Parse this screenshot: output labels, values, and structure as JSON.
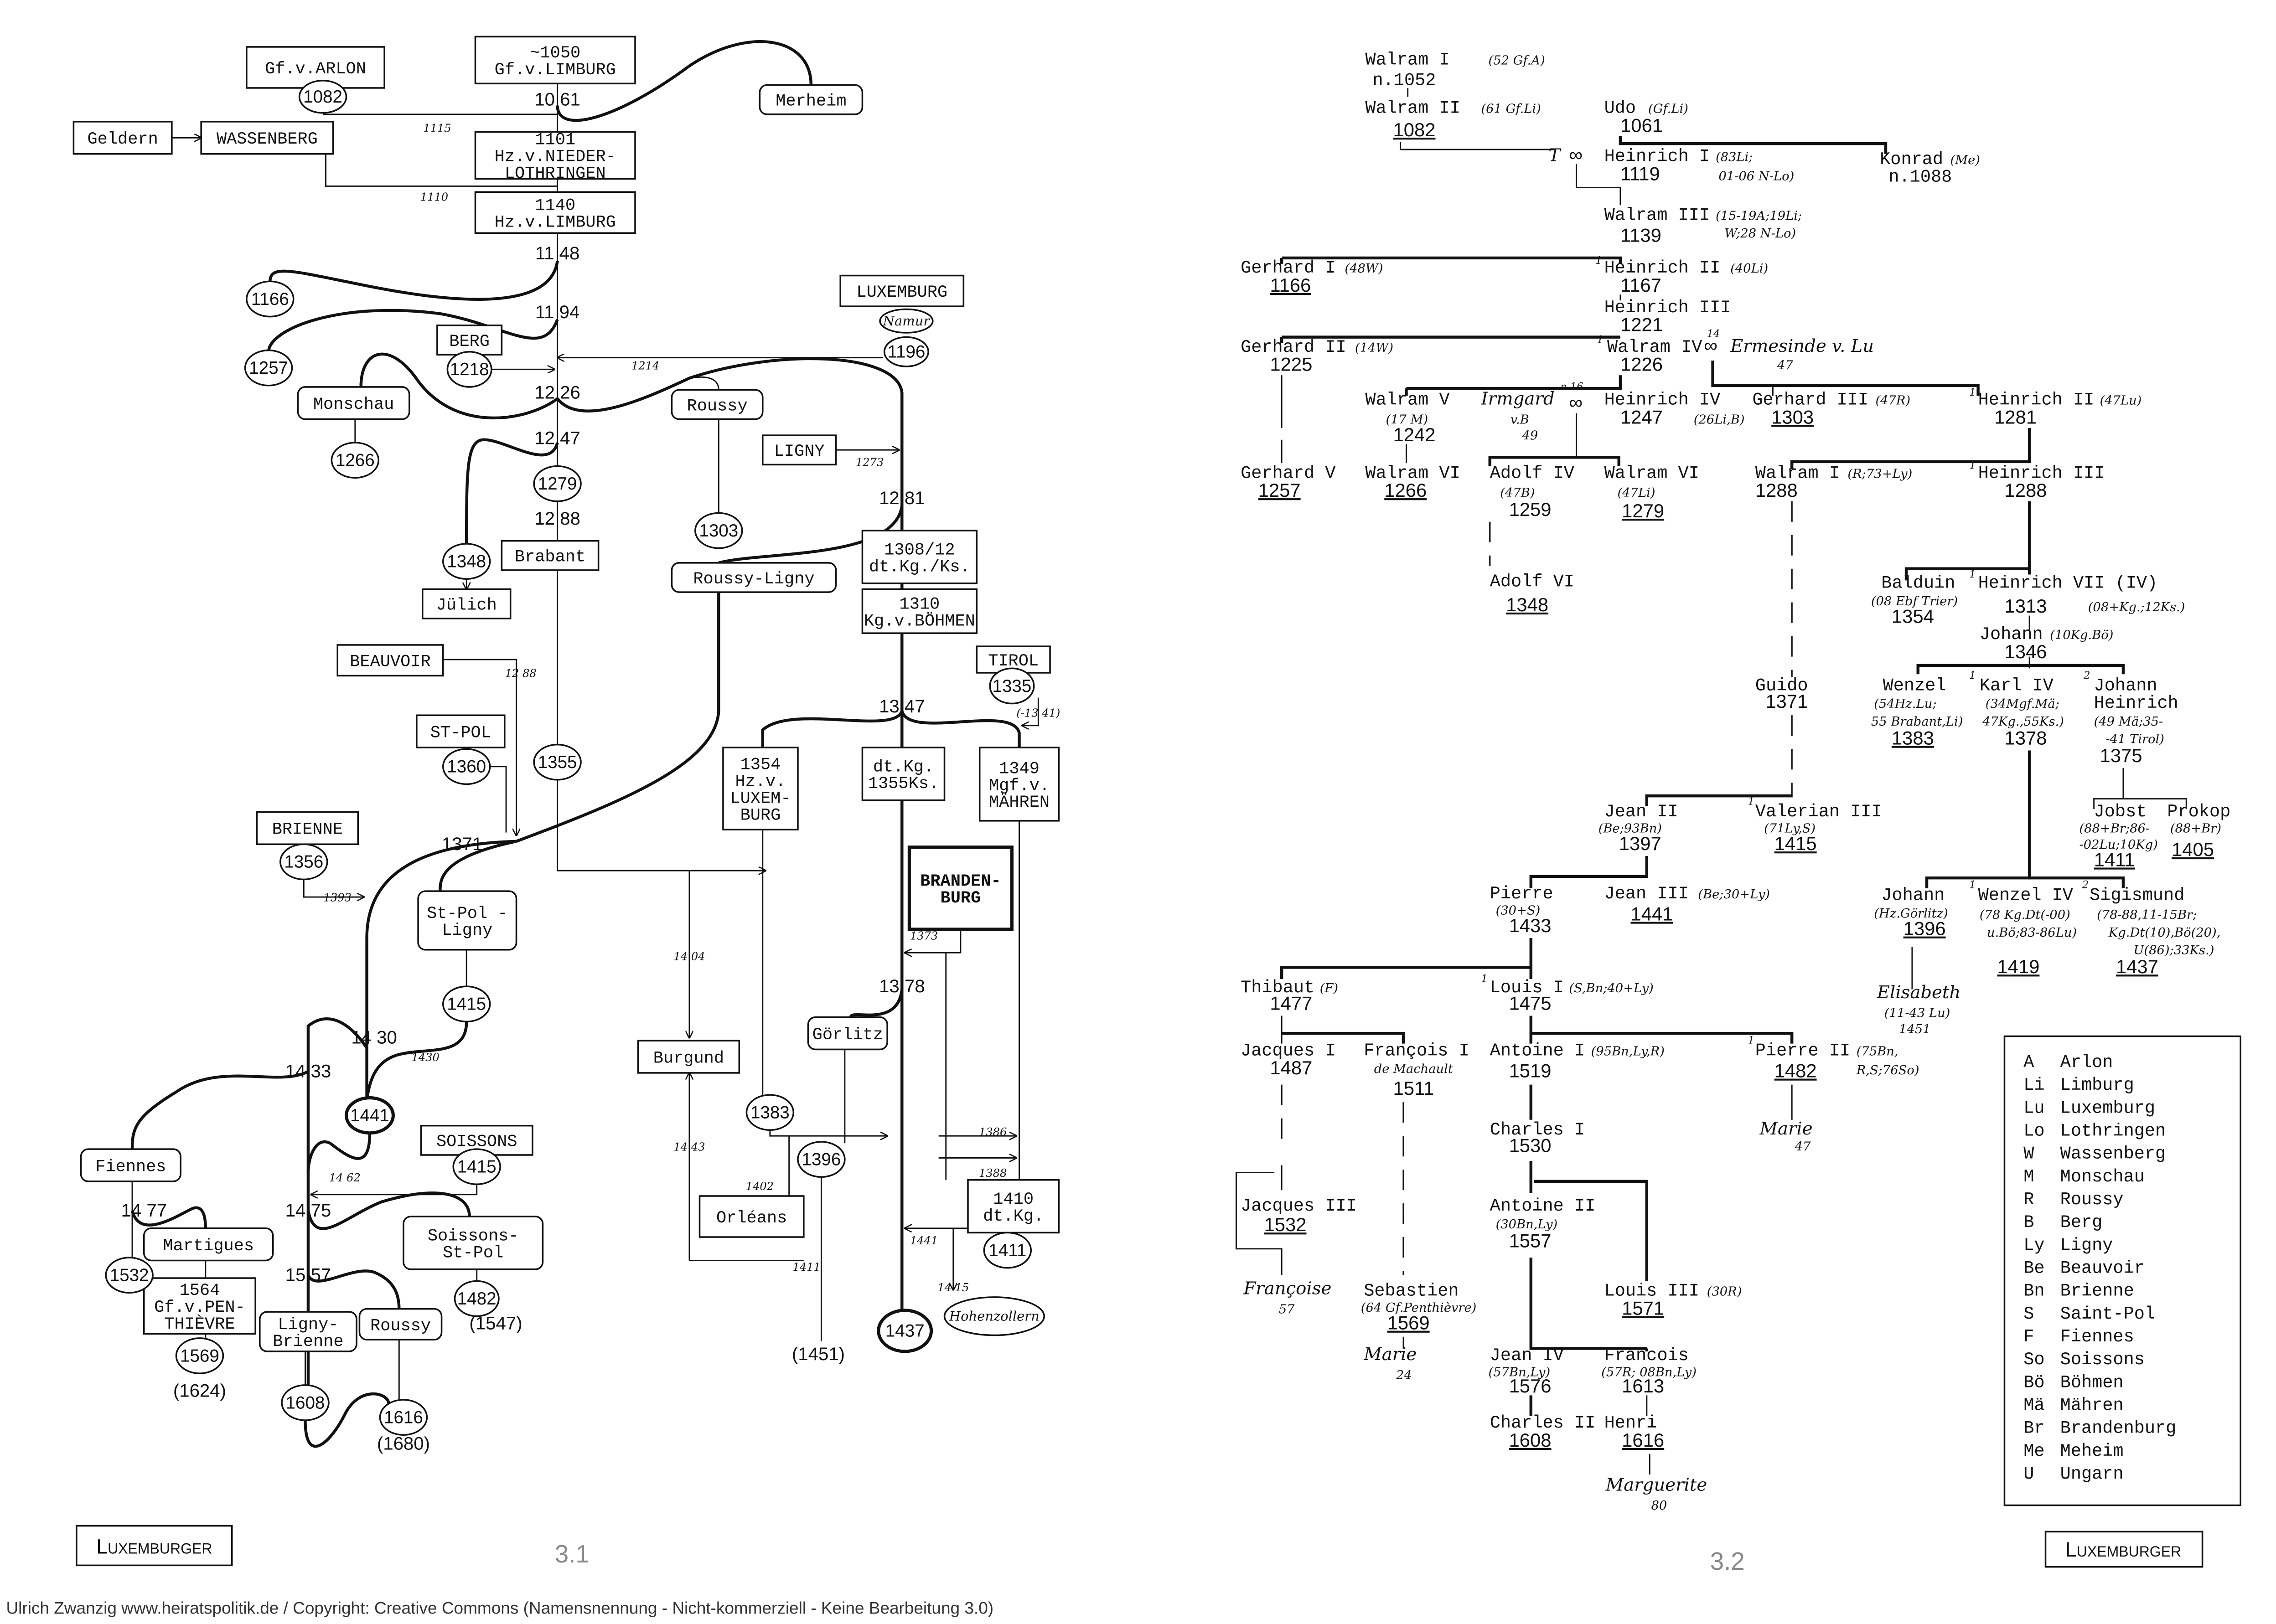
{
  "left": {
    "boxes": [
      {
        "lines": [
          "Gf.v.ARLON"
        ]
      },
      {
        "lines": [
          "~1050",
          "Gf.v.LIMBURG"
        ]
      },
      {
        "lines": [
          "Merheim"
        ]
      },
      {
        "lines": [
          "Geldern"
        ]
      },
      {
        "lines": [
          "WASSENBERG"
        ]
      },
      {
        "lines": [
          "1101",
          "Hz.v.NIEDER-",
          "LOTHRINGEN"
        ]
      },
      {
        "lines": [
          "1140",
          "Hz.v.LIMBURG"
        ]
      },
      {
        "lines": [
          "LUXEMBURG"
        ]
      },
      {
        "lines": [
          "BERG"
        ]
      },
      {
        "lines": [
          "Monschau"
        ]
      },
      {
        "lines": [
          "Roussy"
        ]
      },
      {
        "lines": [
          "LIGNY"
        ]
      },
      {
        "lines": [
          "Brabant"
        ]
      },
      {
        "lines": [
          "Jülich"
        ]
      },
      {
        "lines": [
          "1308/12",
          "dt.Kg./Ks."
        ]
      },
      {
        "lines": [
          "Roussy-Ligny"
        ]
      },
      {
        "lines": [
          "1310",
          "Kg.v.BÖHMEN"
        ]
      },
      {
        "lines": [
          "BEAUVOIR"
        ]
      },
      {
        "lines": [
          "TIROL"
        ]
      },
      {
        "lines": [
          "ST-POL"
        ]
      },
      {
        "lines": [
          "1354",
          "Hz.v.",
          "LUXEM-",
          "BURG"
        ]
      },
      {
        "lines": [
          "dt.Kg.",
          "1355Ks."
        ]
      },
      {
        "lines": [
          "1349",
          "Mgf.v.",
          "MÄHREN"
        ]
      },
      {
        "lines": [
          "BRANDEN-",
          "BURG"
        ]
      },
      {
        "lines": [
          "BRIENNE"
        ]
      },
      {
        "lines": [
          "St-Pol -",
          "Ligny"
        ]
      },
      {
        "lines": [
          "Burgund"
        ]
      },
      {
        "lines": [
          "Görlitz"
        ]
      },
      {
        "lines": [
          "SOISSONS"
        ]
      },
      {
        "lines": [
          "Fiennes"
        ]
      },
      {
        "lines": [
          "Martigues"
        ]
      },
      {
        "lines": [
          "Soissons-",
          "St-Pol"
        ]
      },
      {
        "lines": [
          "1564",
          "Gf.v.PEN-",
          "THIÈVRE"
        ]
      },
      {
        "lines": [
          "Ligny-",
          "Brienne"
        ]
      },
      {
        "lines": [
          "Roussy"
        ]
      },
      {
        "lines": [
          "Orléans"
        ]
      },
      {
        "lines": [
          "1410",
          "dt.Kg."
        ]
      }
    ],
    "ovals": [
      "1082",
      "1166",
      "1257",
      "Namur",
      "1196",
      "1218",
      "1266",
      "1279",
      "1303",
      "1348",
      "1335",
      "1360",
      "1355",
      "1356",
      "1415",
      "1441",
      "1383",
      "1396",
      "1415",
      "1532",
      "1482",
      "1569",
      "1608",
      "1616",
      "1411",
      "1437",
      "Hohenzollern"
    ],
    "labels": [
      "10 61",
      "1115",
      "1110",
      "11 48",
      "11 94",
      "1214",
      "12 26",
      "1273",
      "12 47",
      "12 88",
      "12 81",
      "12 88",
      "(-13 41)",
      "13 47",
      "1371",
      "1393",
      "14 04",
      "13 78",
      "1373",
      "14 30",
      "1430",
      "14 33",
      "14 62",
      "14 77",
      "14 75",
      "15 57",
      "(1547)",
      "(1624)",
      "(1680)",
      "14 43",
      "1402",
      "1411",
      "(1451)",
      "1386",
      "1388",
      "1441",
      "14 15"
    ],
    "page_number": "3.1",
    "tag": "Luxemburger"
  },
  "right": {
    "texts": [
      "Walram I",
      "(52 Gf.A)",
      "n.1052",
      "Walram II",
      "(61 Gf.Li)",
      "1082",
      "Udo",
      "(Gf.Li)",
      "1061",
      "T",
      "∞",
      "Heinrich I",
      "(83Li;",
      "01-06 N-Lo)",
      "1119",
      "Konrad",
      "(Me)",
      "n.1088",
      "Walram III",
      "(15-19A;19Li;",
      "W;28 N-Lo)",
      "1139",
      "Gerhard I",
      "(48W)",
      "1166",
      "Heinrich II",
      "(40Li)",
      "1167",
      "Heinrich III",
      "1221",
      "Gerhard II",
      "(14W)",
      "1225",
      "Walram IV",
      "∞",
      "14",
      "Ermesinde v. Lu",
      "47",
      "1226",
      "Walram V",
      "(17 M)",
      "1242",
      "Irmgard",
      "v.B",
      "49",
      "n.16",
      "∞",
      "Heinrich IV",
      "(26Li,B)",
      "1247",
      "Gerhard III",
      "(47R)",
      "1303",
      "Heinrich II",
      "(47Lu)",
      "1281",
      "Gerhard V",
      "1257",
      "Walram VI",
      "1266",
      "Adolf IV",
      "(47B)",
      "1259",
      "Walram VI",
      "(47Li)",
      "1279",
      "Walram I",
      "(R;73+Ly)",
      "1288",
      "Heinrich III",
      "1288",
      "Adolf VI",
      "1348",
      "Balduin",
      "(08 Ebf Trier)",
      "1354",
      "Heinrich VII (IV)",
      "1313",
      "(08+Kg.;12Ks.)",
      "Johann",
      "(10Kg.Bö)",
      "1346",
      "Guido",
      "1371",
      "Wenzel",
      "(54Hz.Lu;",
      "55 Brabant,Li)",
      "1383",
      "Karl IV",
      "(34Mgf.Mä;",
      "47Kg.,55Ks.)",
      "1378",
      "Johann",
      "Heinrich",
      "(49 Mä;35-",
      "-41 Tirol)",
      "1375",
      "Jean II",
      "(Be;93Bn)",
      "1397",
      "Valerian III",
      "(71Ly,S)",
      "1415",
      "Jobst",
      "Prokop",
      "(88+Br;86-",
      "(88+Br)",
      "-02Lu;10Kg)",
      "1411",
      "1405",
      "Pierre",
      "(30+S)",
      "1433",
      "Jean III",
      "(Be;30+Ly)",
      "1441",
      "Johann",
      "(Hz.Görlitz)",
      "1396",
      "Wenzel IV",
      "(78 Kg.Dt(-00)",
      "u.Bö;83-86Lu)",
      "1419",
      "Sigismund",
      "(78-88,11-15Br;",
      "Kg.Dt(10),Bö(20),",
      "U(86);33Ks.)",
      "1437",
      "Elisabeth",
      "(11-43 Lu)",
      "1451",
      "Thibaut",
      "(F)",
      "1477",
      "Louis I",
      "(S,Bn;40+Ly)",
      "1475",
      "Jacques I",
      "1487",
      "François I",
      "de Machault",
      "1511",
      "Antoine I",
      "(95Bn,Ly,R)",
      "1519",
      "Pierre II",
      "(75Bn,",
      "R,S;76So)",
      "1482",
      "Marie",
      "47",
      "Charles I",
      "1530",
      "Jacques III",
      "1532",
      "Françoise",
      "57",
      "Antoine II",
      "(30Bn,Ly)",
      "1557",
      "Louis III",
      "(30R)",
      "1571",
      "Sebastien",
      "(64 Gf.Penthièvre)",
      "1569",
      "Marie",
      "24",
      "Jean IV",
      "(57Bn,Ly)",
      "1576",
      "Francois",
      "(57R; 08Bn,Ly)",
      "1613",
      "Charles II",
      "1608",
      "Henri",
      "1616",
      "Marguerite",
      "80",
      "1",
      "1",
      "1",
      "1",
      "1",
      "1",
      "2",
      "1",
      "1",
      "2",
      "1",
      "1"
    ],
    "legend": [
      {
        "code": "A",
        "name": "Arlon"
      },
      {
        "code": "Li",
        "name": "Limburg"
      },
      {
        "code": "Lu",
        "name": "Luxemburg"
      },
      {
        "code": "Lo",
        "name": "Lothringen"
      },
      {
        "code": "W",
        "name": "Wassenberg"
      },
      {
        "code": "M",
        "name": "Monschau"
      },
      {
        "code": "R",
        "name": "Roussy"
      },
      {
        "code": "B",
        "name": "Berg"
      },
      {
        "code": "Ly",
        "name": "Ligny"
      },
      {
        "code": "Be",
        "name": "Beauvoir"
      },
      {
        "code": "Bn",
        "name": "Brienne"
      },
      {
        "code": "S",
        "name": "Saint-Pol"
      },
      {
        "code": "F",
        "name": "Fiennes"
      },
      {
        "code": "So",
        "name": "Soissons"
      },
      {
        "code": "Bö",
        "name": "Böhmen"
      },
      {
        "code": "Mä",
        "name": "Mähren"
      },
      {
        "code": "Br",
        "name": "Brandenburg"
      },
      {
        "code": "Me",
        "name": "Meheim"
      },
      {
        "code": "U",
        "name": "Ungarn"
      }
    ],
    "page_number": "3.2",
    "tag": "Luxemburger"
  },
  "credit": "Ulrich Zwanzig www.heiratspolitik.de / Copyright: Creative Commons (Namensnennung - Nicht-kommerziell - Keine Bearbeitung 3.0)"
}
